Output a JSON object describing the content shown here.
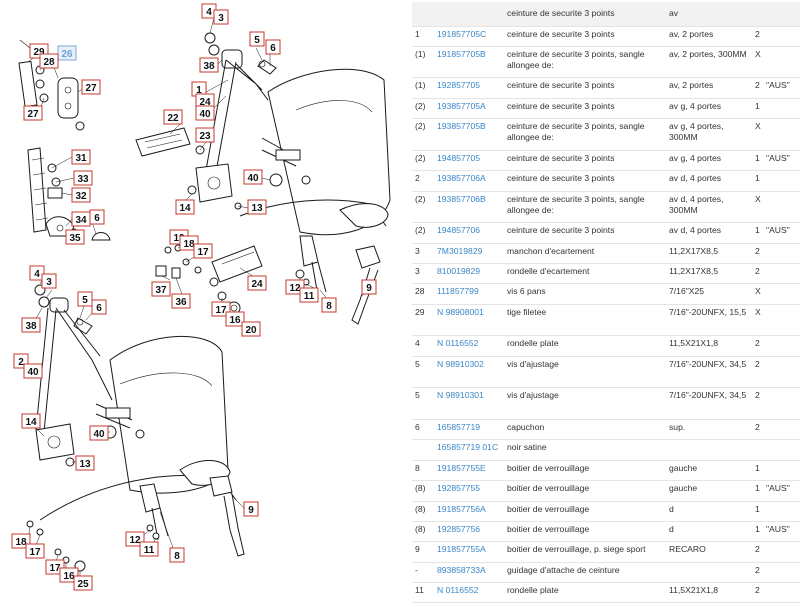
{
  "parts_table": {
    "header": {
      "pos": "",
      "ref": "",
      "desc": "ceinture de securite 3 points",
      "remark": "av",
      "qty": "",
      "code": ""
    },
    "rows": [
      {
        "pos": "1",
        "ref": "191857705C",
        "desc": "ceinture de securite 3 points",
        "remark": "av, 2 portes",
        "qty": "2",
        "code": ""
      },
      {
        "pos": "(1)",
        "ref": "191857705B",
        "desc": "ceinture de securite 3 points, sangle allongee de:",
        "remark": "av, 2 portes, 300MM",
        "qty": "X",
        "code": ""
      },
      {
        "pos": "(1)",
        "ref": "192857705",
        "desc": "ceinture de securite 3 points",
        "remark": "av, 2 portes",
        "qty": "2",
        "code": "\"AUS\""
      },
      {
        "pos": "(2)",
        "ref": "193857705A",
        "desc": "ceinture de securite 3 points",
        "remark": "av g, 4 portes",
        "qty": "1",
        "code": ""
      },
      {
        "pos": "(2)",
        "ref": "193857705B",
        "desc": "ceinture de securite 3 points, sangle allongee de:",
        "remark": "av g, 4 portes, 300MM",
        "qty": "X",
        "code": ""
      },
      {
        "pos": "(2)",
        "ref": "194857705",
        "desc": "ceinture de securite 3 points",
        "remark": "av g, 4 portes",
        "qty": "1",
        "code": "\"AUS\""
      },
      {
        "pos": "2",
        "ref": "193857706A",
        "desc": "ceinture de securite 3 points",
        "remark": "av d, 4 portes",
        "qty": "1",
        "code": ""
      },
      {
        "pos": "(2)",
        "ref": "193857706B",
        "desc": "ceinture de securite 3 points, sangle allongee de:",
        "remark": "av d, 4 portes, 300MM",
        "qty": "X",
        "code": ""
      },
      {
        "pos": "(2)",
        "ref": "194857706",
        "desc": "ceinture de securite 3 points",
        "remark": "av d, 4 portes",
        "qty": "1",
        "code": "\"AUS\""
      },
      {
        "pos": "3",
        "ref": "7M3019829",
        "desc": "manchon d'ecartement",
        "remark": "11,2X17X8,5",
        "qty": "2",
        "code": ""
      },
      {
        "pos": "3",
        "ref": "810019829",
        "desc": "rondelle d'ecartement",
        "remark": "11,2X17X8,5",
        "qty": "2",
        "code": ""
      },
      {
        "pos": "28",
        "ref": "111857799",
        "desc": "vis 6 pans",
        "remark": "7/16\"X25",
        "qty": "X",
        "code": ""
      },
      {
        "pos": "29",
        "ref": "N 98908001",
        "desc": "tige filetee",
        "remark": "7/16\"-20UNFX, 15,5",
        "qty": "X",
        "code": ""
      },
      {
        "pos": "4",
        "ref": "N 0116552",
        "desc": "rondelle plate",
        "remark": "11,5X21X1,8",
        "qty": "2",
        "code": ""
      },
      {
        "pos": "5",
        "ref": "N 98910302",
        "desc": "vis d'ajustage",
        "remark": "7/16\"-20UNFX, 34,5",
        "qty": "2",
        "code": ""
      },
      {
        "pos": "5",
        "ref": "N 98910301",
        "desc": "vis d'ajustage",
        "remark": "7/16\"-20UNFX, 34,5",
        "qty": "2",
        "code": ""
      },
      {
        "pos": "6",
        "ref": "165857719",
        "desc": "capuchon",
        "remark": "sup.",
        "qty": "2",
        "code": ""
      },
      {
        "pos": "",
        "ref": "165857719 01C",
        "desc": "noir satine",
        "remark": "",
        "qty": "",
        "code": ""
      },
      {
        "pos": "8",
        "ref": "191857755E",
        "desc": "boitier de verrouillage",
        "remark": "gauche",
        "qty": "1",
        "code": ""
      },
      {
        "pos": "(8)",
        "ref": "192857755",
        "desc": "boitier de verrouillage",
        "remark": "gauche",
        "qty": "1",
        "code": "\"AUS\""
      },
      {
        "pos": "(8)",
        "ref": "191857756A",
        "desc": "boitier de verrouillage",
        "remark": "d",
        "qty": "1",
        "code": ""
      },
      {
        "pos": "(8)",
        "ref": "192857756",
        "desc": "boitier de verrouillage",
        "remark": "d",
        "qty": "1",
        "code": "\"AUS\""
      },
      {
        "pos": "9",
        "ref": "191857755A",
        "desc": "boitier de verrouillage, p. siege sport",
        "remark": "RECARO",
        "qty": "2",
        "code": ""
      },
      {
        "pos": "-",
        "ref": "893858733A",
        "desc": "guidage d'attache de ceinture",
        "remark": "",
        "qty": "2",
        "code": ""
      },
      {
        "pos": "11",
        "ref": "N 0116552",
        "desc": "rondelle plate",
        "remark": "11,5X21X1,8",
        "qty": "2",
        "code": ""
      }
    ]
  },
  "diagram": {
    "selected_callout": "26",
    "callouts": [
      {
        "id": "c29",
        "label": "29"
      },
      {
        "id": "c26",
        "label": "26"
      },
      {
        "id": "c28",
        "label": "28"
      },
      {
        "id": "c27a",
        "label": "27"
      },
      {
        "id": "c27b",
        "label": "27"
      },
      {
        "id": "c31",
        "label": "31"
      },
      {
        "id": "c33",
        "label": "33"
      },
      {
        "id": "c32",
        "label": "32"
      },
      {
        "id": "c34",
        "label": "34"
      },
      {
        "id": "c6a",
        "label": "6"
      },
      {
        "id": "c35",
        "label": "35"
      },
      {
        "id": "c4a",
        "label": "4"
      },
      {
        "id": "c3a",
        "label": "3"
      },
      {
        "id": "c5a",
        "label": "5"
      },
      {
        "id": "c6b",
        "label": "6"
      },
      {
        "id": "c38a",
        "label": "38"
      },
      {
        "id": "c1",
        "label": "1"
      },
      {
        "id": "c24a",
        "label": "24"
      },
      {
        "id": "c40a",
        "label": "40"
      },
      {
        "id": "c22",
        "label": "22"
      },
      {
        "id": "c23",
        "label": "23"
      },
      {
        "id": "c40b",
        "label": "40"
      },
      {
        "id": "c14a",
        "label": "14"
      },
      {
        "id": "c13a",
        "label": "13"
      },
      {
        "id": "c19",
        "label": "19"
      },
      {
        "id": "c18a",
        "label": "18"
      },
      {
        "id": "c17a",
        "label": "17"
      },
      {
        "id": "c37",
        "label": "37"
      },
      {
        "id": "c36",
        "label": "36"
      },
      {
        "id": "c24b",
        "label": "24"
      },
      {
        "id": "c12a",
        "label": "12"
      },
      {
        "id": "c11a",
        "label": "11"
      },
      {
        "id": "c8a",
        "label": "8"
      },
      {
        "id": "c9a",
        "label": "9"
      },
      {
        "id": "c17b",
        "label": "17"
      },
      {
        "id": "c16a",
        "label": "16"
      },
      {
        "id": "c20",
        "label": "20"
      },
      {
        "id": "c4b",
        "label": "4"
      },
      {
        "id": "c3b",
        "label": "3"
      },
      {
        "id": "c5b",
        "label": "5"
      },
      {
        "id": "c6c",
        "label": "6"
      },
      {
        "id": "c38b",
        "label": "38"
      },
      {
        "id": "c2",
        "label": "2"
      },
      {
        "id": "c40c",
        "label": "40"
      },
      {
        "id": "c14b",
        "label": "14"
      },
      {
        "id": "c40d",
        "label": "40"
      },
      {
        "id": "c13b",
        "label": "13"
      },
      {
        "id": "c9b",
        "label": "9"
      },
      {
        "id": "c12b",
        "label": "12"
      },
      {
        "id": "c11b",
        "label": "11"
      },
      {
        "id": "c18b",
        "label": "18"
      },
      {
        "id": "c17c",
        "label": "17"
      },
      {
        "id": "c8b",
        "label": "8"
      },
      {
        "id": "c17d",
        "label": "17"
      },
      {
        "id": "c16b",
        "label": "16"
      },
      {
        "id": "c25",
        "label": "25"
      }
    ]
  }
}
